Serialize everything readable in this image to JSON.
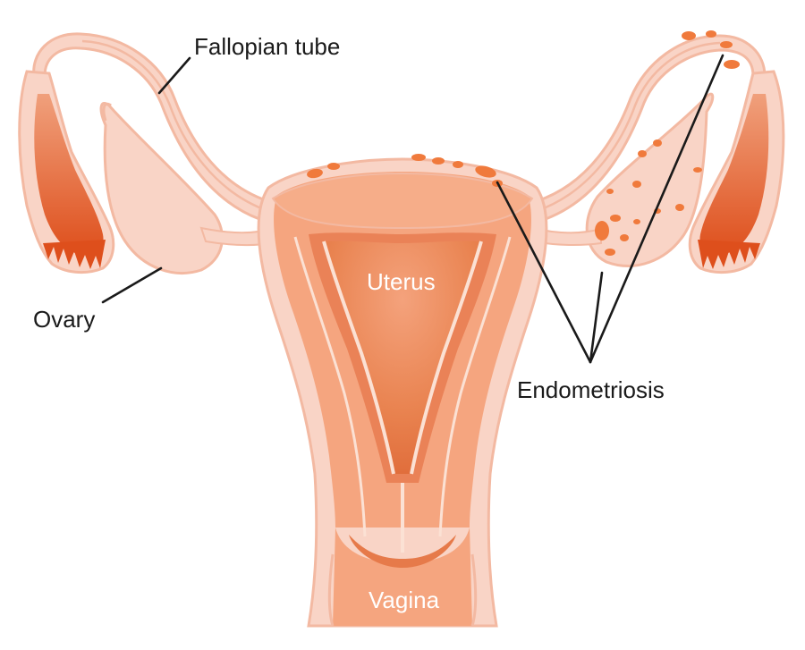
{
  "labels": {
    "fallopian_tube": "Fallopian tube",
    "ovary": "Ovary",
    "uterus": "Uterus",
    "endometriosis": "Endometriosis",
    "vagina": "Vagina"
  },
  "colors": {
    "light_pink": "#f9d4c6",
    "outline_pink": "#f3b9a2",
    "uterus_fill": "#f5a57f",
    "uterus_dark": "#ea8257",
    "cavity": "#e67a4a",
    "fimbriae": "#e35a24",
    "implant": "#f07a3c",
    "text": "#1a1a1a",
    "inner_text": "#ffffff"
  }
}
